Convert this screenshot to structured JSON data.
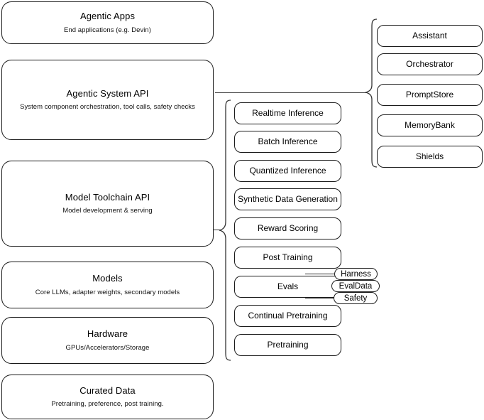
{
  "diagram": {
    "title": "LLM Stack Architecture Diagram",
    "background_color": "#ffffff",
    "stroke_color": "#1a1a1a"
  },
  "layers": [
    {
      "title": "Agentic Apps",
      "subtitle": "End applications (e.g. Devin)"
    },
    {
      "title": "Agentic System API",
      "subtitle": "System component orchestration, tool calls, safety checks"
    },
    {
      "title": "Model Toolchain API",
      "subtitle": "Model development & serving"
    },
    {
      "title": "Models",
      "subtitle": "Core LLMs, adapter weights, secondary models"
    },
    {
      "title": "Hardware",
      "subtitle": "GPUs/Accelerators/Storage"
    },
    {
      "title": "Curated Data",
      "subtitle": "Pretraining, preference, post training."
    }
  ],
  "toolchain_capabilities": [
    {
      "label": "Realtime Inference"
    },
    {
      "label": "Batch Inference"
    },
    {
      "label": "Quantized Inference"
    },
    {
      "label": "Synthetic Data Generation"
    },
    {
      "label": "Reward Scoring"
    },
    {
      "label": "Post Training"
    },
    {
      "label": "Evals"
    },
    {
      "label": "Continual Pretraining"
    },
    {
      "label": "Pretraining"
    }
  ],
  "eval_subcomponents": [
    {
      "label": "Harness"
    },
    {
      "label": "EvalData"
    },
    {
      "label": "Safety"
    }
  ],
  "system_components": [
    {
      "label": "Assistant"
    },
    {
      "label": "Orchestrator"
    },
    {
      "label": "PromptStore"
    },
    {
      "label": "MemoryBank"
    },
    {
      "label": "Shields"
    }
  ]
}
